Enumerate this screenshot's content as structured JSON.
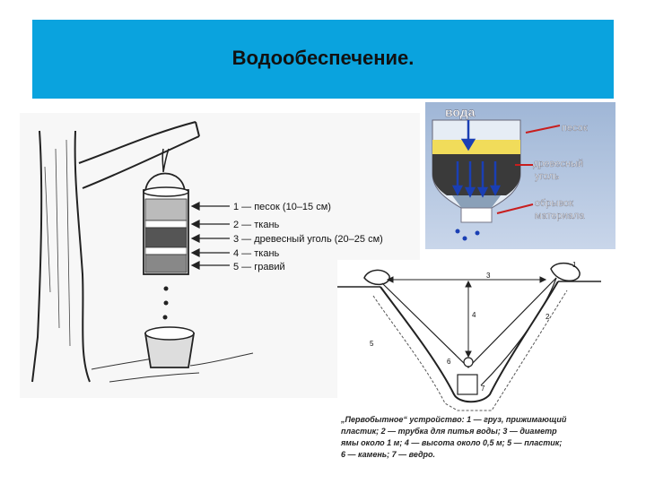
{
  "slide": {
    "title": "Водообеспечение."
  },
  "tree_filter": {
    "labels": [
      "1 — песок (10–15 см)",
      "2 — ткань",
      "3 — древесный уголь (20–25 см)",
      "4 — ткань",
      "5 — гравий"
    ]
  },
  "bottle_filter": {
    "label_water": "вода",
    "label_sand": "песок",
    "label_charcoal_1": "древесный",
    "label_charcoal_2": "уголь",
    "label_cloth_1": "обрывок",
    "label_cloth_2": "материала"
  },
  "pit_still": {
    "numbers": [
      "1",
      "2",
      "3",
      "4",
      "5",
      "6",
      "7"
    ],
    "caption_lines": [
      "„Первобытное“ устройство: 1 — груз, прижимающий",
      "пластик; 2 — трубка для питья воды; 3 — диаметр",
      "ямы около 1 м; 4 — высота около 0,5 м; 5 — пластик;",
      "6 — камень; 7 — ведро."
    ]
  }
}
